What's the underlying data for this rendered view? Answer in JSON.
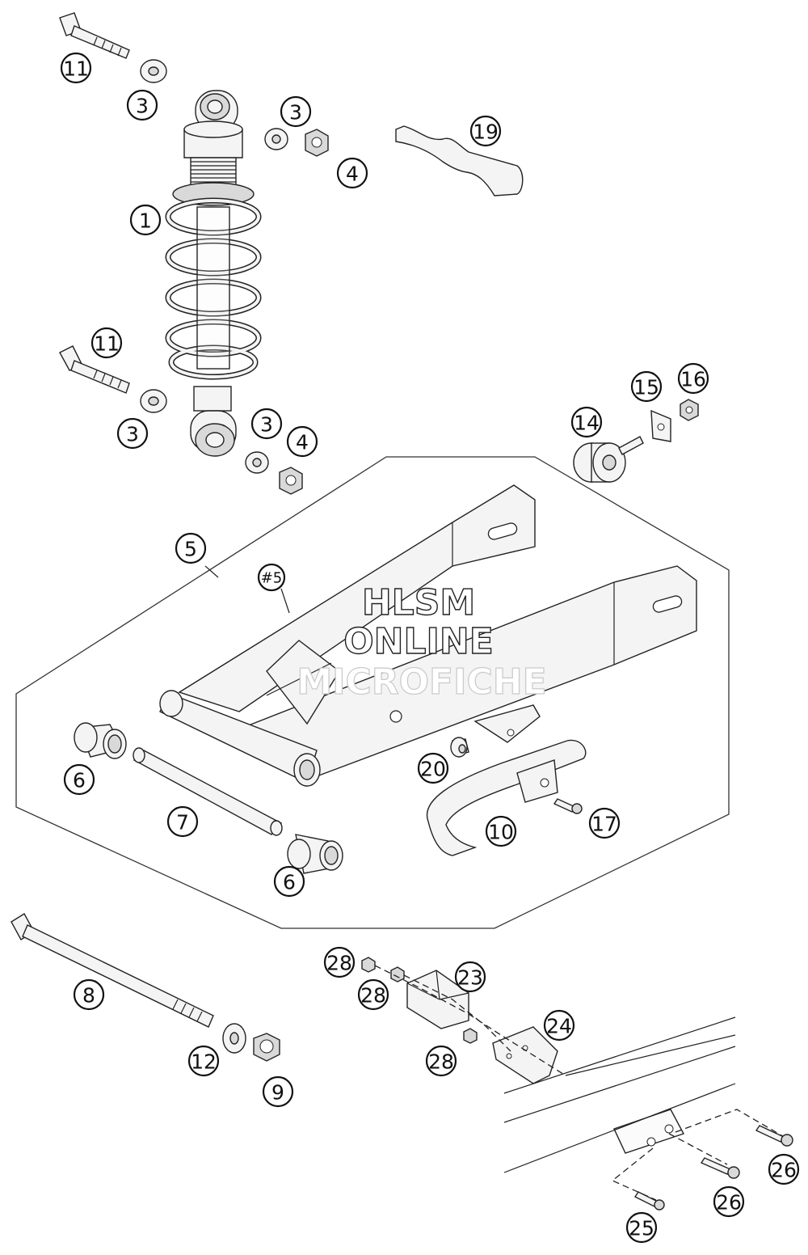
{
  "watermark": {
    "line1": "HLSM",
    "line2": "ONLINE",
    "line3": "MICROFICHE"
  },
  "callouts": [
    {
      "id": "c11a",
      "label": "11"
    },
    {
      "id": "c3a",
      "label": "3"
    },
    {
      "id": "c3b",
      "label": "3"
    },
    {
      "id": "c4a",
      "label": "4"
    },
    {
      "id": "c19",
      "label": "19"
    },
    {
      "id": "c1",
      "label": "1"
    },
    {
      "id": "c11b",
      "label": "11"
    },
    {
      "id": "c3c",
      "label": "3"
    },
    {
      "id": "c3d",
      "label": "3"
    },
    {
      "id": "c4b",
      "label": "4"
    },
    {
      "id": "c15",
      "label": "15"
    },
    {
      "id": "c16",
      "label": "16"
    },
    {
      "id": "c14",
      "label": "14"
    },
    {
      "id": "c5",
      "label": "5"
    },
    {
      "id": "c5sub",
      "label": "#5"
    },
    {
      "id": "c6a",
      "label": "6"
    },
    {
      "id": "c20",
      "label": "20"
    },
    {
      "id": "c7",
      "label": "7"
    },
    {
      "id": "c10",
      "label": "10"
    },
    {
      "id": "c17",
      "label": "17"
    },
    {
      "id": "c6b",
      "label": "6"
    },
    {
      "id": "c28a",
      "label": "28"
    },
    {
      "id": "c23",
      "label": "23"
    },
    {
      "id": "c28b",
      "label": "28"
    },
    {
      "id": "c8",
      "label": "8"
    },
    {
      "id": "c24",
      "label": "24"
    },
    {
      "id": "c28c",
      "label": "28"
    },
    {
      "id": "c12",
      "label": "12"
    },
    {
      "id": "c9",
      "label": "9"
    },
    {
      "id": "c26a",
      "label": "26"
    },
    {
      "id": "c26b",
      "label": "26"
    },
    {
      "id": "c25",
      "label": "25"
    }
  ]
}
